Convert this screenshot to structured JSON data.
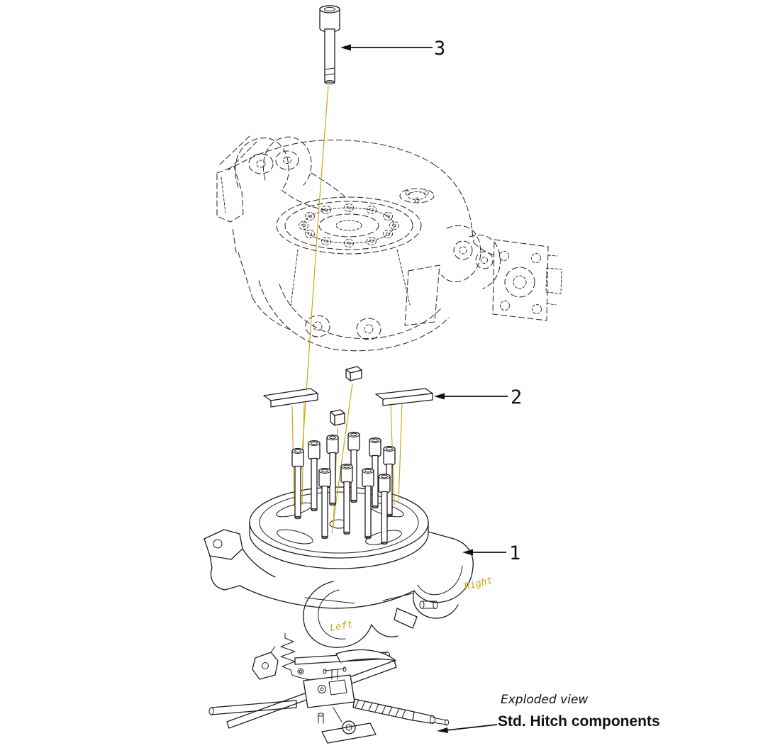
{
  "callouts": {
    "item1": "1",
    "item2": "2",
    "item3": "3"
  },
  "orientation": {
    "right": "Right",
    "left": "Left"
  },
  "caption": {
    "line1": "Exploded view",
    "line2": "Std. Hitch components"
  },
  "colors": {
    "line_black": "#1c1c1c",
    "accent_gold": "#c9a60d",
    "background": "#ffffff"
  }
}
